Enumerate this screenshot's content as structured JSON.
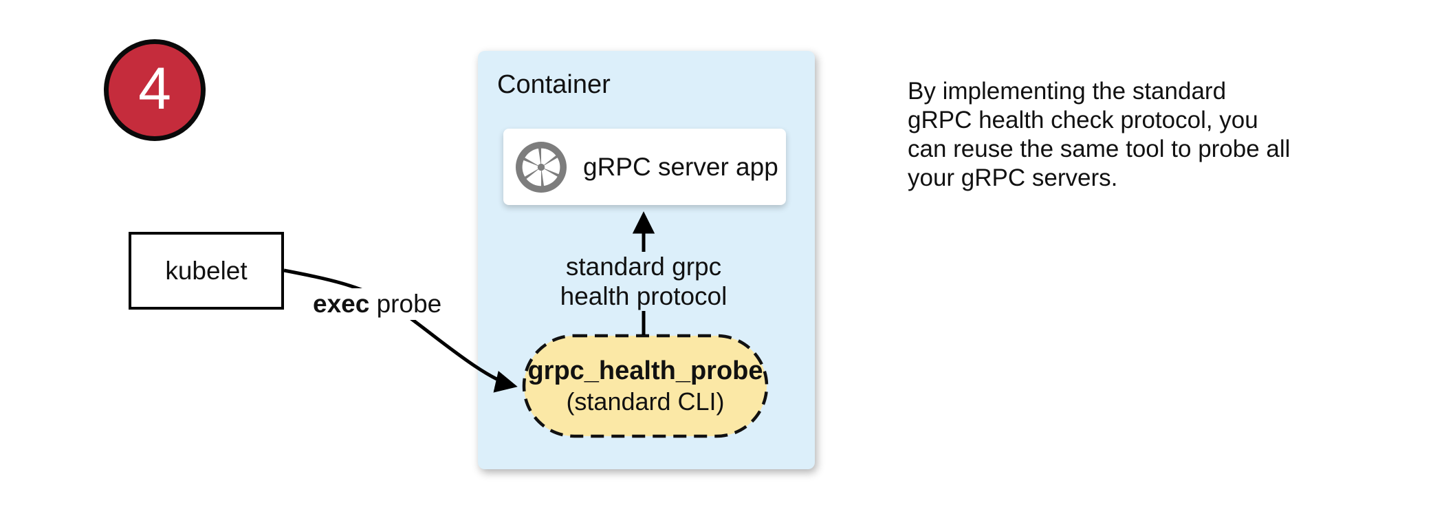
{
  "badge": {
    "number": "4",
    "bg_color": "#C52C3C"
  },
  "kubelet_box": {
    "label": "kubelet"
  },
  "exec_probe_arrow": {
    "label_bold": "exec",
    "label_rest": " probe"
  },
  "container": {
    "title": "Container",
    "bg_color": "#DCEFFA",
    "server_box": {
      "label": "gRPC server app",
      "icon": "grpc-aperture-icon",
      "icon_color": "#7D7D7D"
    },
    "health_arrow_label": {
      "line1": "standard grpc",
      "line2": "health protocol"
    },
    "probe_pill": {
      "title": "grpc_health_probe",
      "subtitle": "(standard CLI)",
      "bg_color": "#FBE8A6"
    }
  },
  "note": {
    "lines": [
      "By implementing the standard",
      "gRPC health check protocol, you",
      "can reuse the same tool to probe all",
      "your gRPC servers."
    ]
  }
}
